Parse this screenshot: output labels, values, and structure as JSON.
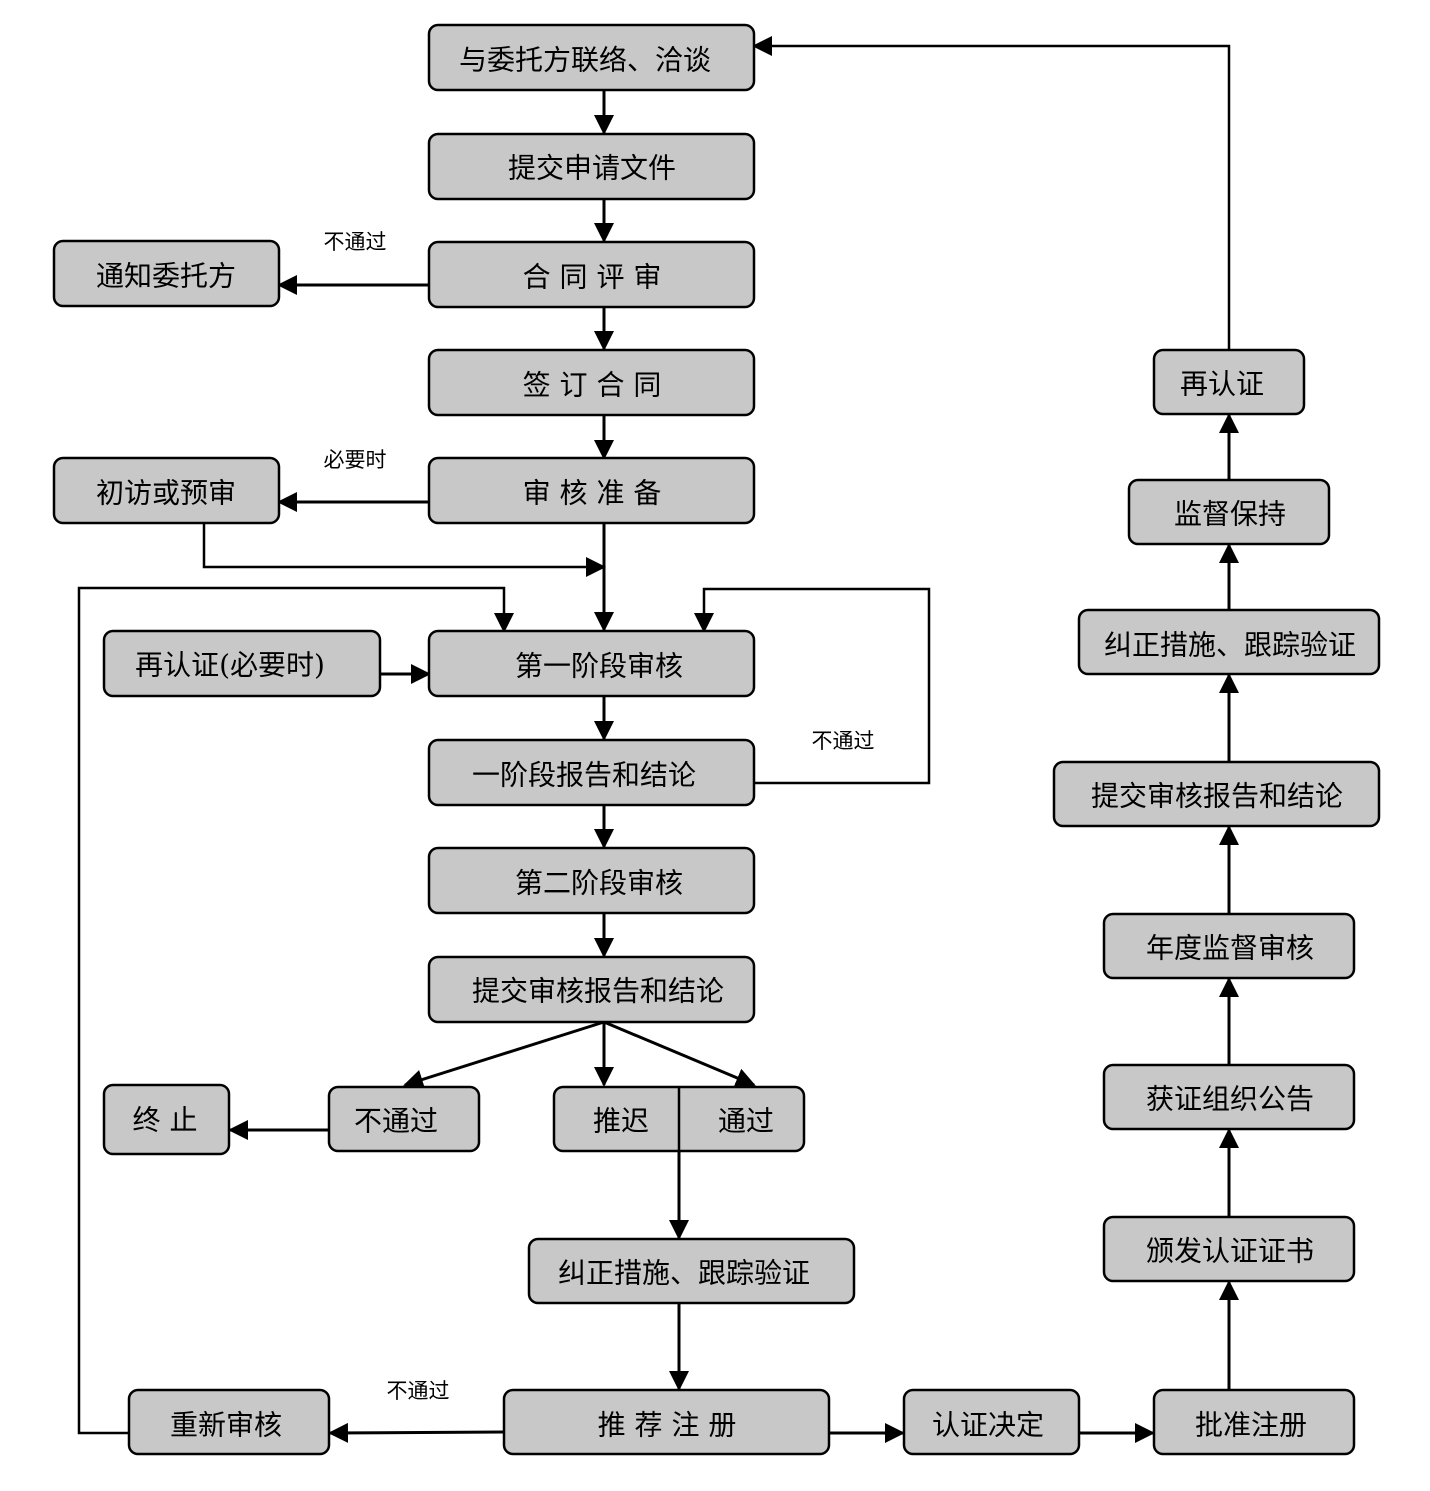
{
  "nodes": {
    "contact": "与委托方联络、洽谈",
    "submit_app": "提交申请文件",
    "contract_review": "合 同 评 审",
    "notify_client": "通知委托方",
    "sign_contract": "签 订 合 同",
    "audit_prep": "审 核 准 备",
    "initial_visit": "初访或预审",
    "recert_when_needed": "再认证(必要时)",
    "stage1_audit": "第一阶段审核",
    "stage1_report": "一阶段报告和结论",
    "stage2_audit": "第二阶段审核",
    "submit_report": "提交审核报告和结论",
    "terminate": "终 止",
    "fail": "不通过",
    "postpone": "推迟",
    "pass": "通过",
    "corrective_left": "纠正措施、跟踪验证",
    "reaudit": "重新审核",
    "recommend_reg": "推 荐 注 册",
    "cert_decision": "认证决定",
    "approve_reg": "批准注册",
    "issue_cert": "颁发认证证书",
    "announce": "获证组织公告",
    "annual_audit": "年度监督审核",
    "submit_report_right": "提交审核报告和结论",
    "corrective_right": "纠正措施、跟踪验证",
    "maintain": "监督保持",
    "recert": "再认证"
  },
  "edge_labels": {
    "review_fail": "不通过",
    "when_needed": "必要时",
    "stage1_fail": "不通过",
    "recommend_fail": "不通过"
  },
  "colors": {
    "box_fill": "#c8c8c8",
    "stroke": "#000000",
    "background": "#ffffff"
  }
}
